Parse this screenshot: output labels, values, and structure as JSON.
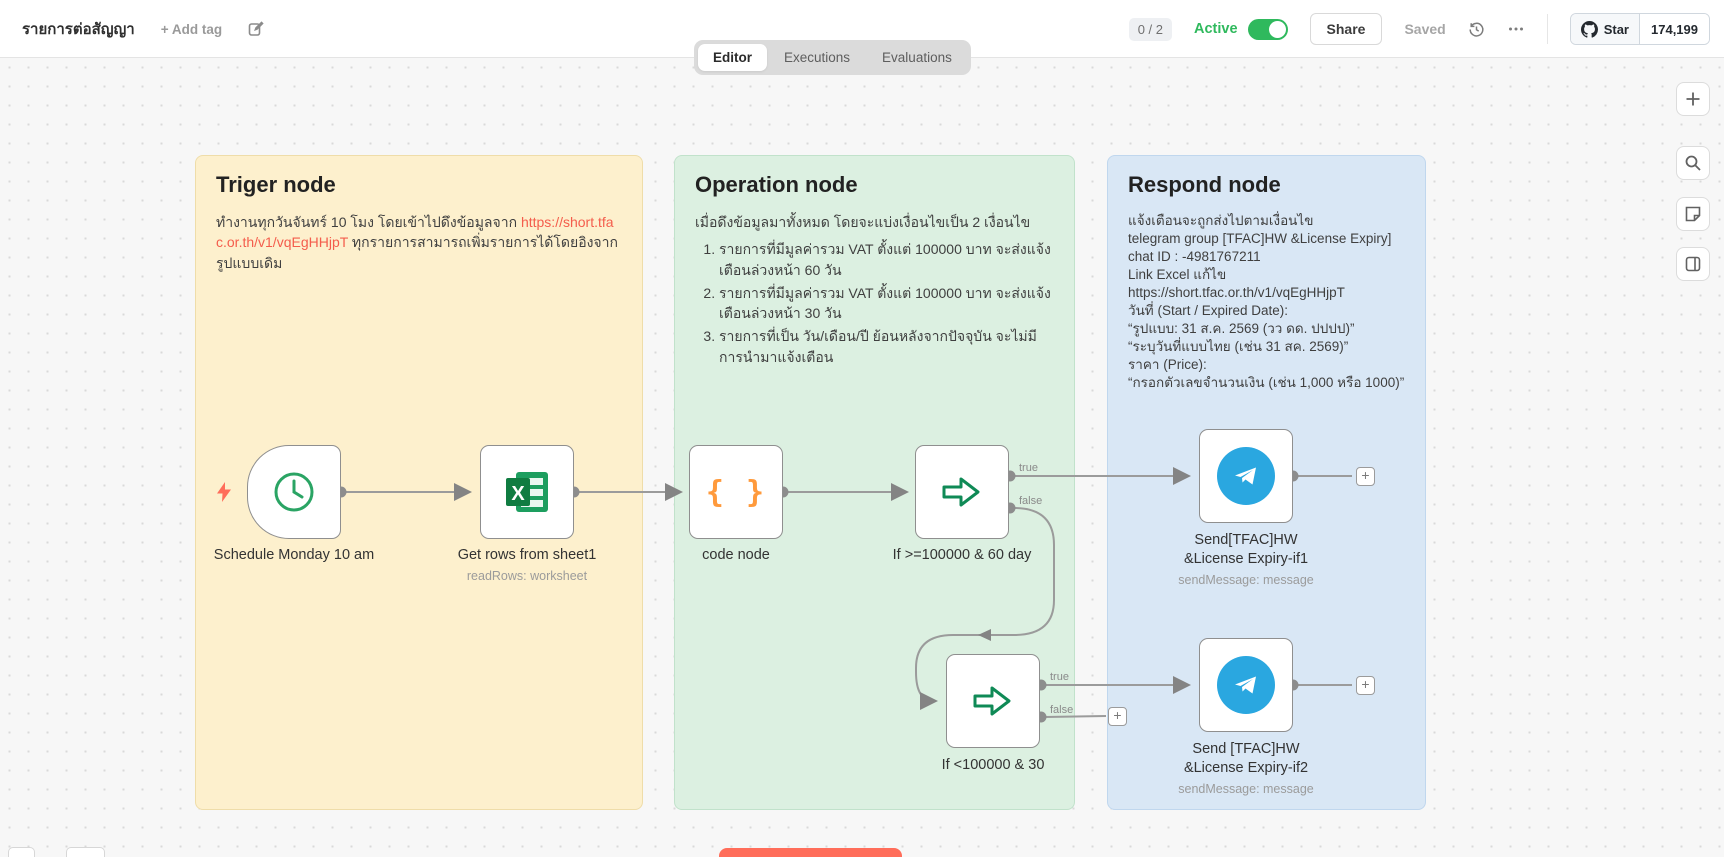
{
  "header": {
    "title": "รายการต่อสัญญา",
    "add_tag": "+ Add tag",
    "counter": "0 / 2",
    "active_label": "Active",
    "share": "Share",
    "saved": "Saved",
    "github": {
      "star": "Star",
      "count": "174,199"
    }
  },
  "tabs": {
    "editor": "Editor",
    "executions": "Executions",
    "evaluations": "Evaluations"
  },
  "canvas": {
    "notes": {
      "trigger": {
        "title": "Triger node",
        "body_before_link": "ทำงานทุกวันจันทร์ 10 โมง โดยเข้าไปดึงข้อมูลจาก",
        "link": "https://short.tfac.or.th/v1/vqEgHHjpT",
        "body_after_link": "ทุกรายการสามารถเพิ่มรายการได้โดยอิงจากรูปแบบเดิม"
      },
      "operation": {
        "title": "Operation node",
        "intro": "เมื่อดึงข้อมูลมาทั้งหมด โดยจะแบ่งเงื่อนไขเป็น 2 เงื่อนไข",
        "items": [
          "รายการที่มีมูลค่ารวม VAT ตั้งแต่ 100000 บาท จะส่งแจ้งเตือนล่วงหน้า 60 วัน",
          "รายการที่มีมูลค่ารวม VAT ตั้งแต่ 100000 บาท จะส่งแจ้งเตือนล่วงหน้า 30 วัน",
          "รายการที่เป็น วัน/เดือน/ปี ย้อนหลังจากปัจจุบัน จะไม่มีการนำมาแจ้งเตือน"
        ]
      },
      "respond": {
        "title": "Respond node",
        "lines": [
          "แจ้งเตือนจะถูกส่งไปตามเงื่อนไข",
          "telegram group [TFAC]HW &License Expiry]",
          "chat ID : -4981767211",
          "Link Excel แก้ไข",
          "https://short.tfac.or.th/v1/vqEgHHjpT",
          "วันที่ (Start / Expired Date):",
          "“รูปแบบ: 31 ส.ค. 2569 (วว ดด. ปปปป)”",
          "“ระบุวันที่แบบไทย (เช่น 31 สค. 2569)”",
          "ราคา (Price):",
          "“กรอกตัวเลขจำนวนเงิน (เช่น 1,000 หรือ 1000)”"
        ]
      }
    },
    "nodes": {
      "schedule": {
        "label": "Schedule Monday 10 am"
      },
      "sheets": {
        "label": "Get rows from sheet1",
        "sub": "readRows: worksheet"
      },
      "code": {
        "label": "code node"
      },
      "if1": {
        "label": "If >=100000 & 60 day"
      },
      "telegram1": {
        "label1": "Send[TFAC]HW",
        "label2": "&License Expiry-if1",
        "sub": "sendMessage: message"
      },
      "if2": {
        "label": "If <100000 & 30"
      },
      "telegram2": {
        "label1": "Send [TFAC]HW",
        "label2": "&License Expiry-if2",
        "sub": "sendMessage: message"
      }
    },
    "output_labels": {
      "true": "true",
      "false": "false"
    },
    "plus": "+"
  },
  "colors": {
    "active_green": "#2fb95d",
    "sticky_yellow": "#fdf0cd",
    "sticky_green": "#dcf0e1",
    "sticky_blue": "#d9e7f5",
    "link_red": "#f45d4c",
    "execute_orange": "#ff6d5a",
    "telegram_blue": "#2aa7e0",
    "excel_green": "#107c41",
    "code_orange": "#ff9a3c",
    "if_green": "#0f8a56",
    "clock_green": "#2aa464"
  }
}
